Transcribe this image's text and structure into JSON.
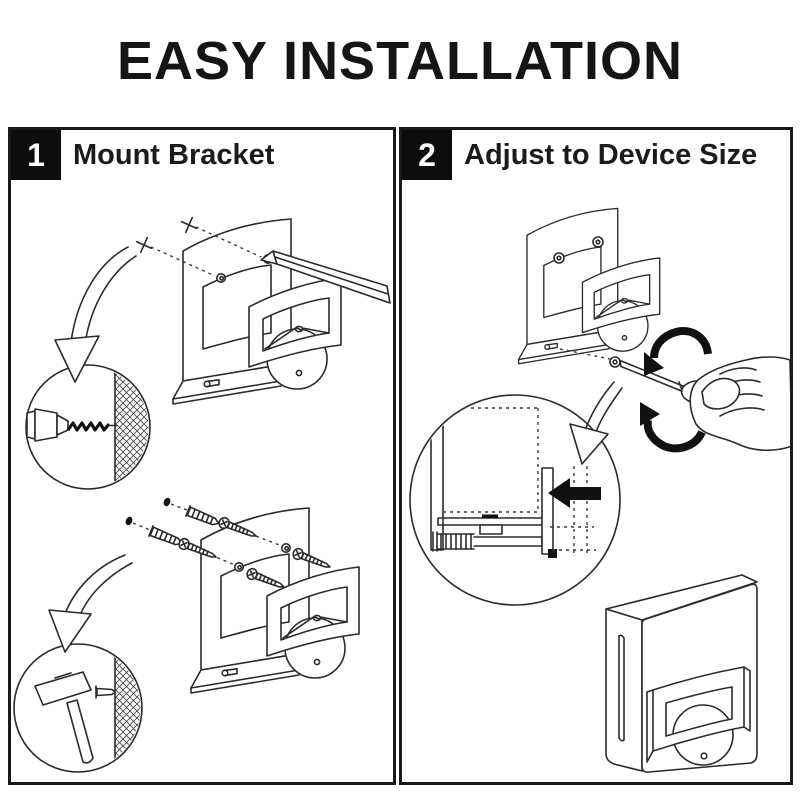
{
  "title": "EASY INSTALLATION",
  "colors": {
    "ink": "#151515",
    "line": "#2b2b2b",
    "badge_bg": "#0d0d0d",
    "badge_text": "#ffffff",
    "background": "#ffffff"
  },
  "steps": [
    {
      "number": "1",
      "label": "Mount Bracket",
      "icons": [
        "crosshair-mark-icon",
        "pencil-icon",
        "wall-bracket-icon",
        "guide-arrow-icon",
        "drill-icon",
        "wall-hatch-icon",
        "wall-anchor-icon",
        "screw-icon",
        "hammer-icon"
      ]
    },
    {
      "number": "2",
      "label": "Adjust to Device Size",
      "icons": [
        "wall-bracket-icon",
        "screw-head-icon",
        "screwdriver-icon",
        "hand-icon",
        "rotate-arrow-icon",
        "guide-arrow-icon",
        "cross-section-icon",
        "press-arrow-icon",
        "device-icon"
      ]
    }
  ]
}
